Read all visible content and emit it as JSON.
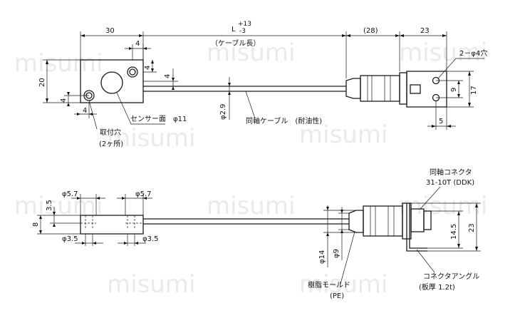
{
  "watermark": "misumi",
  "top_view": {
    "dim_left_width": "30",
    "dim_cable_length": "L",
    "dim_cable_tol_plus": "+13",
    "dim_cable_tol_minus": "-3",
    "cable_length_note": "（ケーブル長）",
    "dim_connector_body": "(28)",
    "dim_connector_flange": "23",
    "hole_callout": "2－φ4穴",
    "dim_height": "20",
    "dim_hole_offset_top": "4",
    "dim_hole_offset_right": "4",
    "dim_hole_offset_left": "4",
    "dim_hole_offset_bottom": "4",
    "dim_cable_offset": "4",
    "dim_cable_dia": "φ2.9",
    "dim_flange_height": "17",
    "dim_flange_hole": "9",
    "dim_flange_edge": "5",
    "label_mount_hole": "取付穴",
    "label_mount_hole_count": "(2ヶ所)",
    "label_sensor_face": "センサー面　φ11",
    "label_cable": "同軸ケーブル　(耐油性)"
  },
  "bottom_view": {
    "dim_top_left_cbore": "φ5.7",
    "dim_top_right_cbore": "φ5.7",
    "dim_bottom_left_hole": "φ3.5",
    "dim_bottom_right_hole": "φ3.5",
    "dim_thickness": "8",
    "dim_cbore_depth": "3.5",
    "dim_mold_dia": "φ14",
    "dim_mold_inner": "φ9",
    "dim_connector_height": "14.5",
    "dim_overall_height": "23",
    "label_connector": "同軸コネクタ",
    "label_connector_model": "31-10T (DDK)",
    "label_resin_mold": "樹脂モールド",
    "label_resin_material": "(PE)",
    "label_connector_angle": "コネクタアングル",
    "label_plate_thickness": "(板厚 1.2t)"
  }
}
